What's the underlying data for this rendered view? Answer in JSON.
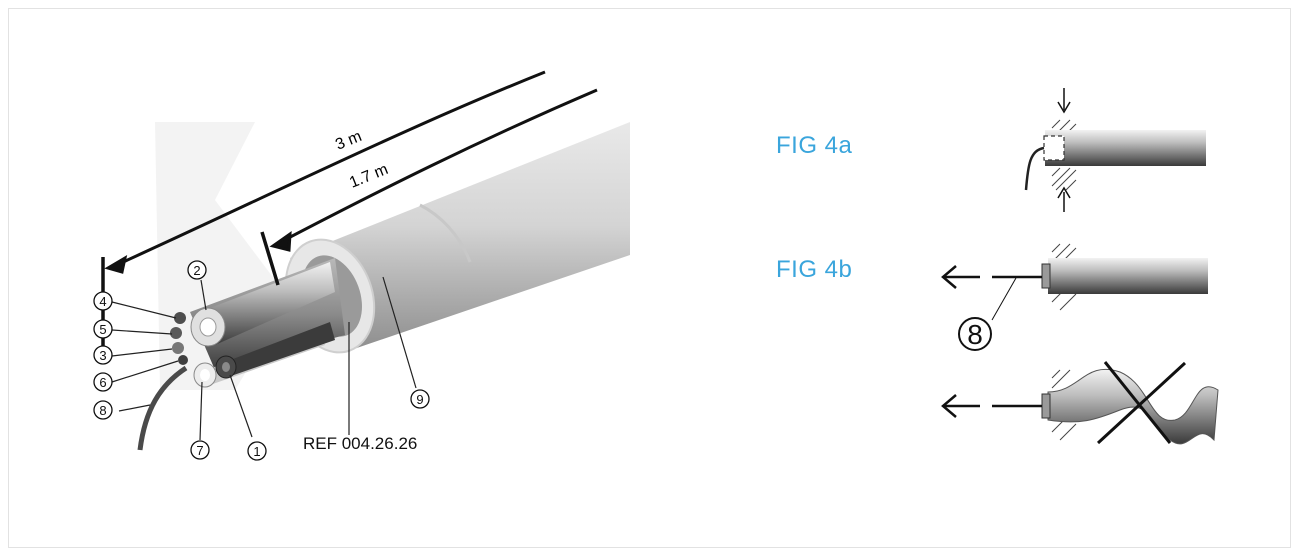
{
  "diagram": {
    "length_3m": "3 m",
    "length_1_7m": "1.7 m",
    "reference": "REF 004.26.26",
    "callouts": {
      "c1": "1",
      "c2": "2",
      "c3": "3",
      "c4": "4",
      "c5": "5",
      "c6": "6",
      "c7": "7",
      "c8": "8",
      "c9": "9"
    }
  },
  "figures": {
    "fig4a_label": "FIG 4a",
    "fig4b_label": "FIG 4b",
    "fig4b_callout": "8"
  },
  "colors": {
    "label_blue": "#3aa5dc",
    "line": "#111111"
  }
}
